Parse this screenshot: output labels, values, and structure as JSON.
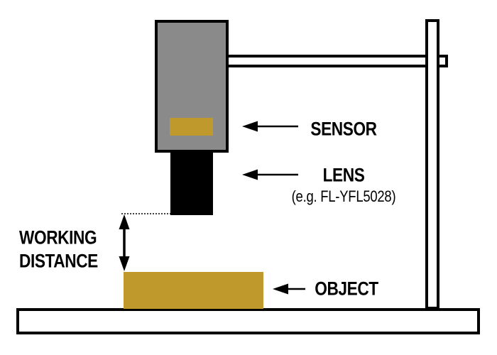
{
  "diagram": {
    "labels": {
      "sensor": "SENSOR",
      "lens": "LENS",
      "lens_example": "(e.g. FL-YFL5028)",
      "object": "OBJECT",
      "working_distance_line1": "WORKING",
      "working_distance_line2": "DISTANCE"
    },
    "colors": {
      "camera_body_gray": "#8a8a8a",
      "gold": "#bf992c",
      "outline": "#000000",
      "background": "#ffffff"
    }
  }
}
